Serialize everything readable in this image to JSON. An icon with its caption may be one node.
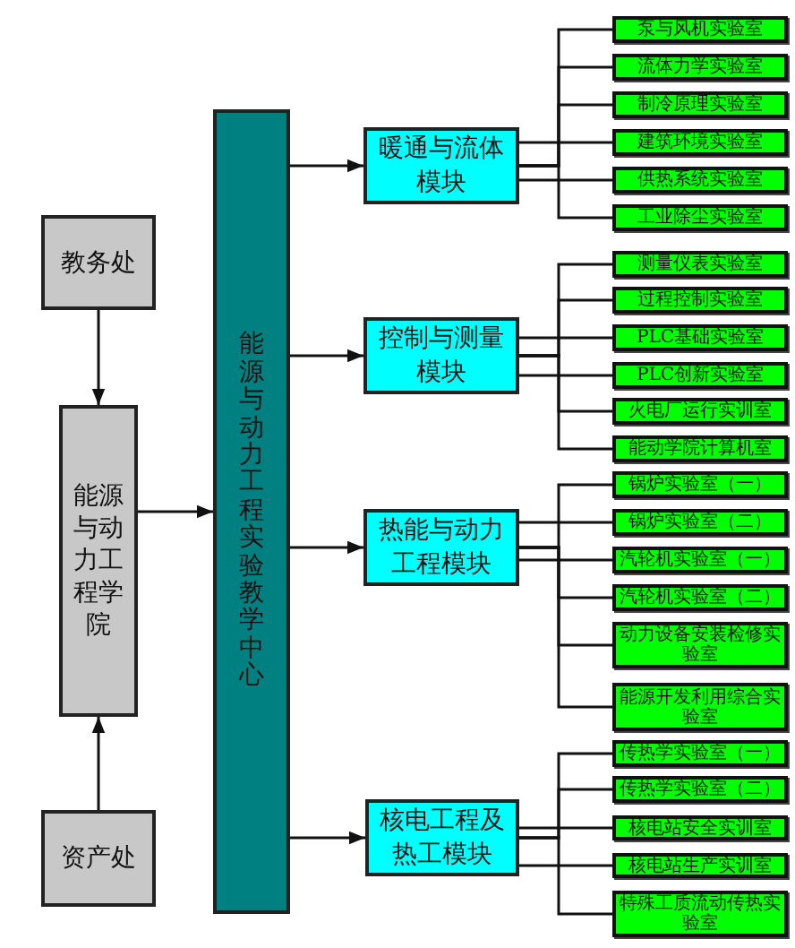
{
  "diagram": {
    "nodes": [
      {
        "text": [
          "教务处"
        ]
      },
      {
        "text": [
          "能源与动力工程学院"
        ]
      },
      {
        "text": [
          "资产处"
        ]
      },
      {
        "text": [
          "能源与动力工程实验教学中心"
        ]
      },
      {
        "text": [
          "暖通与流体模块"
        ]
      },
      {
        "text": [
          "泵与风机实验室"
        ]
      },
      {
        "text": [
          "流体力学实验室"
        ]
      },
      {
        "text": [
          "制冷原理实验室"
        ]
      },
      {
        "text": [
          "建筑环境实验室"
        ]
      },
      {
        "text": [
          "供热系统实验室"
        ]
      },
      {
        "text": [
          "工业除尘实验室"
        ]
      },
      {
        "text": [
          "控制与测量模块"
        ]
      },
      {
        "text": [
          "测量仪表实验室"
        ]
      },
      {
        "text": [
          "过程控制实验室"
        ]
      },
      {
        "text": [
          "PLC基础实验室"
        ]
      },
      {
        "text": [
          "PLC创新实验室"
        ]
      },
      {
        "text": [
          "火电厂运行实训室"
        ]
      },
      {
        "text": [
          "能动学院计算机室"
        ]
      },
      {
        "text": [
          "热能与动力工程模块"
        ]
      },
      {
        "text": [
          "锅炉实验室（一）"
        ]
      },
      {
        "text": [
          "锅炉实验室（二）"
        ]
      },
      {
        "text": [
          "汽轮机实验室（一）"
        ]
      },
      {
        "text": [
          "汽轮机实验室（二）"
        ]
      },
      {
        "text": [
          "动力设备安装检修实验室"
        ]
      },
      {
        "text": [
          "能源开发利用综合实验室"
        ]
      },
      {
        "text": [
          "核电工程及热工模块"
        ]
      },
      {
        "text": [
          "传热学实验室（一）"
        ]
      },
      {
        "text": [
          "传热学实验室（二）"
        ]
      },
      {
        "text": [
          "核电站安全实训室"
        ]
      },
      {
        "text": [
          "核电站生产实训室"
        ]
      },
      {
        "text": [
          "特殊工质流动传热实验室"
        ]
      }
    ],
    "edges": [
      {
        "from": 0,
        "to": 1,
        "arrow": "to"
      },
      {
        "from": 2,
        "to": 1,
        "arrow": "to"
      },
      {
        "from": 1,
        "to": 3,
        "arrow": "to"
      },
      {
        "from": 3,
        "to": 4,
        "arrow": "to"
      },
      {
        "from": 3,
        "to": 11,
        "arrow": "to"
      },
      {
        "from": 3,
        "to": 18,
        "arrow": "to"
      },
      {
        "from": 3,
        "to": 25,
        "arrow": "to"
      },
      {
        "from": 4,
        "to": 5,
        "arrow": "none"
      },
      {
        "from": 4,
        "to": 6,
        "arrow": "none"
      },
      {
        "from": 4,
        "to": 7,
        "arrow": "none"
      },
      {
        "from": 4,
        "to": 8,
        "arrow": "none"
      },
      {
        "from": 4,
        "to": 9,
        "arrow": "none"
      },
      {
        "from": 4,
        "to": 10,
        "arrow": "none"
      },
      {
        "from": 11,
        "to": 12,
        "arrow": "none"
      },
      {
        "from": 11,
        "to": 13,
        "arrow": "none"
      },
      {
        "from": 11,
        "to": 14,
        "arrow": "none"
      },
      {
        "from": 11,
        "to": 15,
        "arrow": "none"
      },
      {
        "from": 11,
        "to": 16,
        "arrow": "none"
      },
      {
        "from": 11,
        "to": 17,
        "arrow": "none"
      },
      {
        "from": 18,
        "to": 19,
        "arrow": "none"
      },
      {
        "from": 18,
        "to": 20,
        "arrow": "none"
      },
      {
        "from": 18,
        "to": 21,
        "arrow": "none"
      },
      {
        "from": 18,
        "to": 22,
        "arrow": "none"
      },
      {
        "from": 18,
        "to": 23,
        "arrow": "none"
      },
      {
        "from": 18,
        "to": 24,
        "arrow": "none"
      },
      {
        "from": 25,
        "to": 26,
        "arrow": "none"
      },
      {
        "from": 25,
        "to": 27,
        "arrow": "none"
      },
      {
        "from": 25,
        "to": 28,
        "arrow": "none"
      },
      {
        "from": 25,
        "to": 29,
        "arrow": "none"
      },
      {
        "from": 25,
        "to": 30,
        "arrow": "none"
      }
    ]
  }
}
